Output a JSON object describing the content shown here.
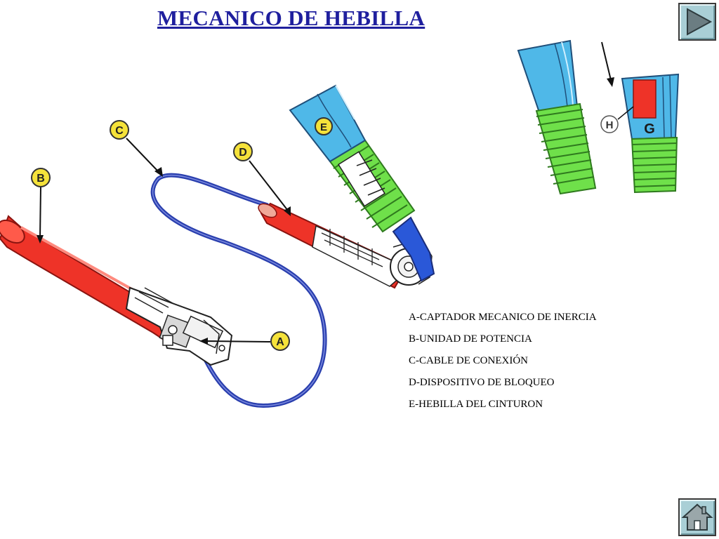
{
  "title": "MECANICO DE HEBILLA",
  "callouts": {
    "a": "A",
    "b": "B",
    "c": "C",
    "d": "D",
    "e": "E",
    "g": "G",
    "h": "H"
  },
  "legend": [
    "A-CAPTADOR MECANICO DE INERCIA",
    "B-UNIDAD DE POTENCIA",
    "C-CABLE DE CONEXIÓN",
    "D-DISPOSITIVO DE BLOQUEO",
    "E-HEBILLA DEL CINTURON"
  ],
  "colors": {
    "title": "#1f1f9e",
    "tube_red": "#ee3328",
    "cable_blue": "#2a3fae",
    "buckle_blue": "#4fb8e8",
    "bellows_green": "#6fe04a",
    "callout_yellow": "#f5e23a",
    "nav_button": "#a9cfd6"
  },
  "icons": {
    "next": "play-triangle-icon",
    "home": "house-icon"
  }
}
